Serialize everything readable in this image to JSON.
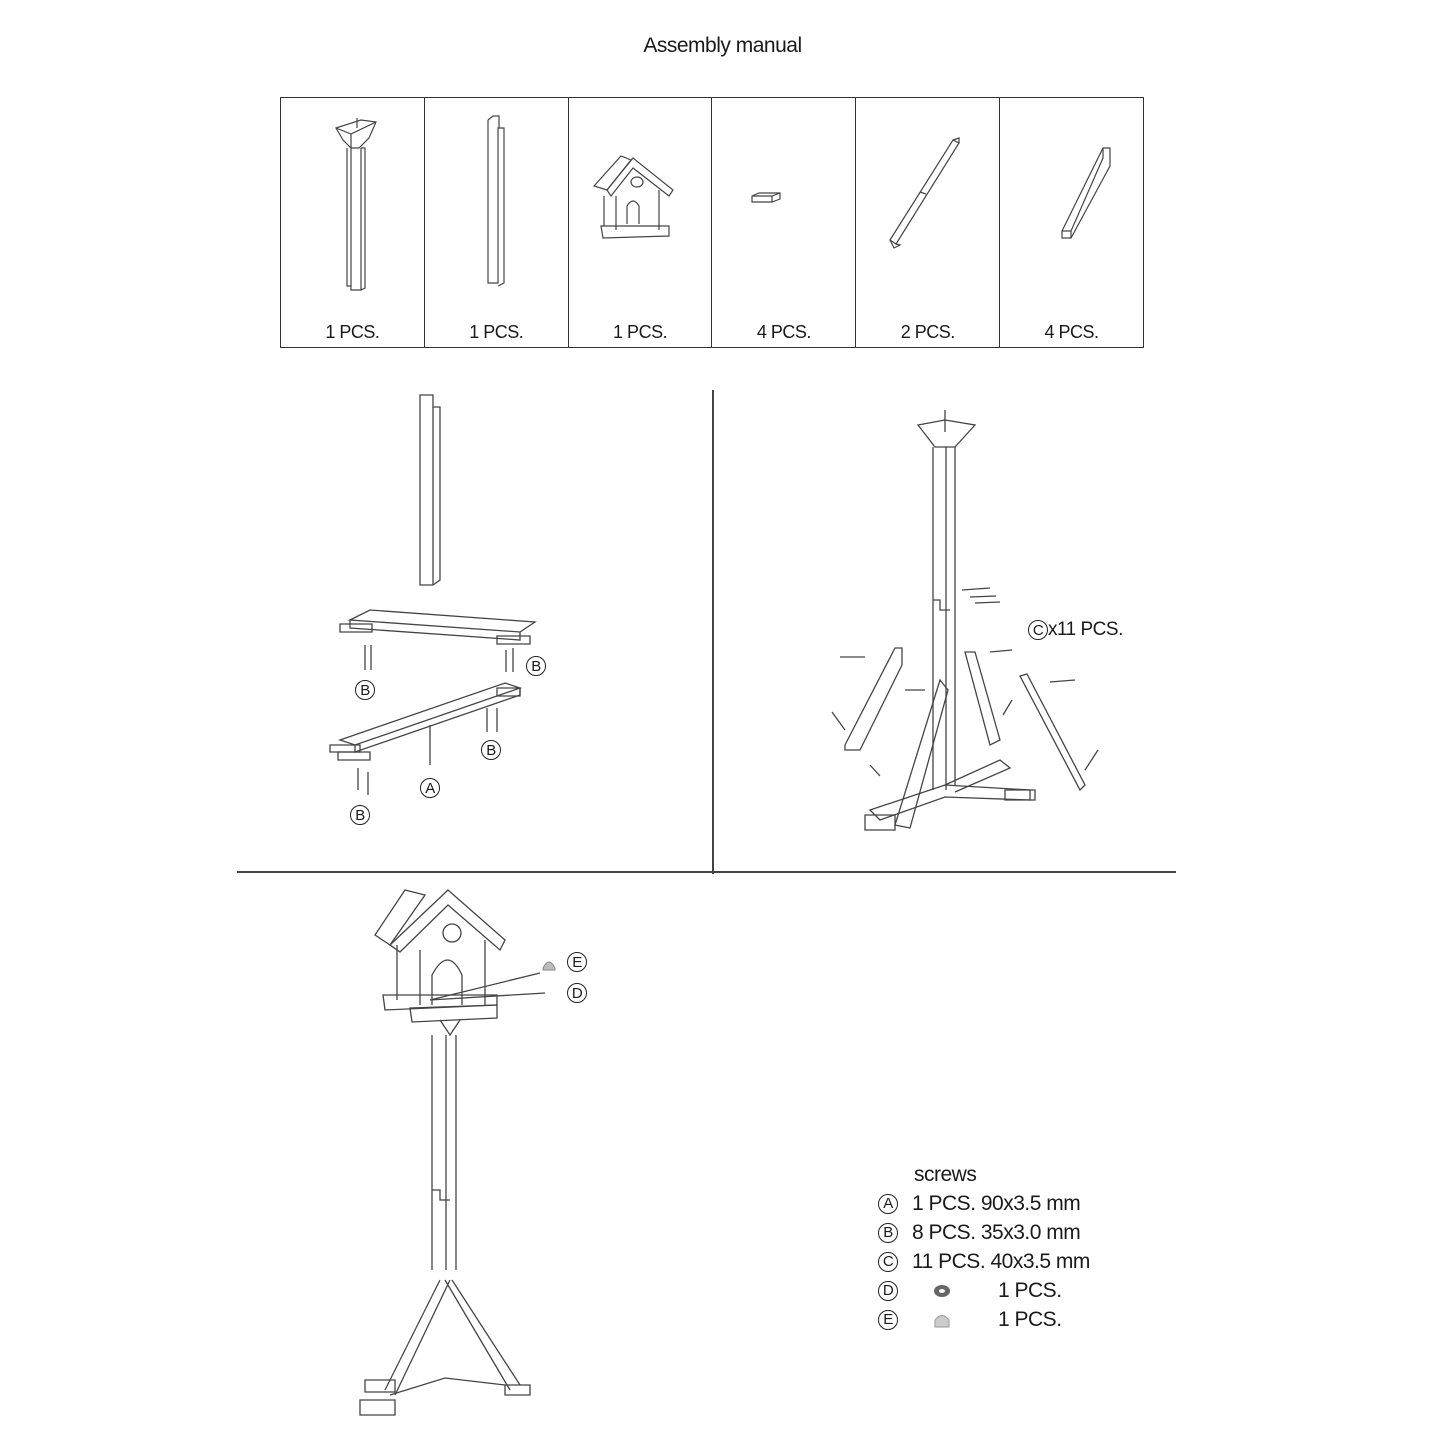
{
  "document": {
    "title": "Assembly manual"
  },
  "parts_table": {
    "parts": [
      {
        "name": "post-with-top-bracket",
        "quantity": "1 PCS."
      },
      {
        "name": "lower-post",
        "quantity": "1 PCS."
      },
      {
        "name": "bird-house",
        "quantity": "1 PCS."
      },
      {
        "name": "foot-block",
        "quantity": "4 PCS."
      },
      {
        "name": "cross-beam",
        "quantity": "2 PCS."
      },
      {
        "name": "diagonal-brace",
        "quantity": "4 PCS."
      }
    ]
  },
  "step1": {
    "callouts": [
      {
        "letter": "B"
      },
      {
        "letter": "B"
      },
      {
        "letter": "B"
      },
      {
        "letter": "B"
      },
      {
        "letter": "A"
      }
    ]
  },
  "step2": {
    "callout_letter": "C",
    "callout_text": "x11 PCS."
  },
  "step3": {
    "callouts": [
      {
        "letter": "E"
      },
      {
        "letter": "D"
      }
    ]
  },
  "legend": {
    "header": "screws",
    "items": [
      {
        "letter": "A",
        "text": "1 PCS. 90x3.5 mm"
      },
      {
        "letter": "B",
        "text": "8 PCS. 35x3.0 mm"
      },
      {
        "letter": "C",
        "text": "11 PCS. 40x3.5 mm"
      },
      {
        "letter": "D",
        "icon": "washer-icon",
        "text": "1 PCS."
      },
      {
        "letter": "E",
        "icon": "cap-nut-icon",
        "text": "1 PCS."
      }
    ]
  }
}
